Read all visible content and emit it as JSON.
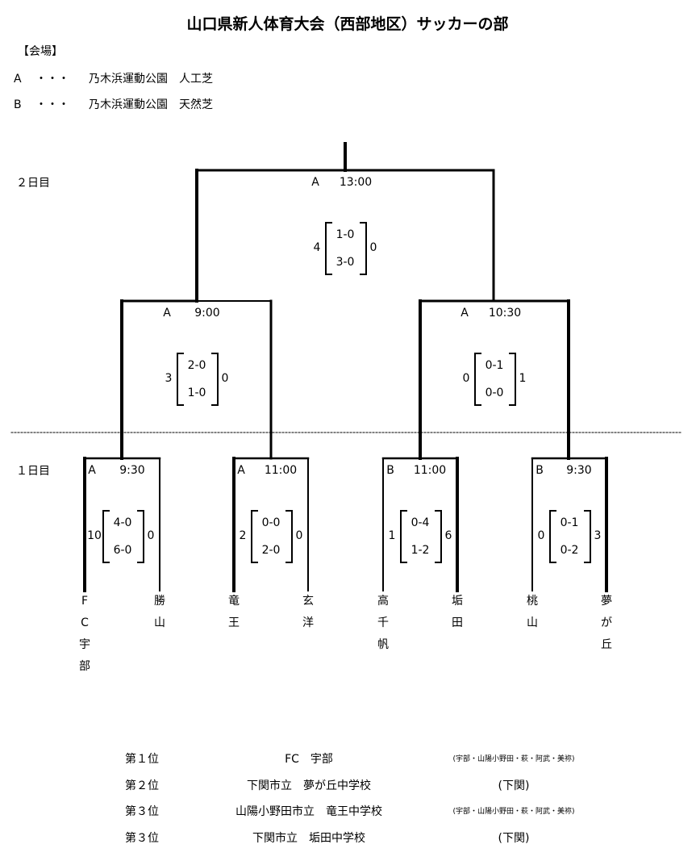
{
  "title": "山口県新人体育大会（西部地区）サッカーの部",
  "venue_header": "【会場】",
  "venues": [
    {
      "code": "A",
      "dots": "・・・",
      "name": "乃木浜運動公園　人工芝"
    },
    {
      "code": "B",
      "dots": "・・・",
      "name": "乃木浜運動公園　天然芝"
    }
  ],
  "day_labels": {
    "day2": "２日目",
    "day1": "１日目"
  },
  "matches": [
    {
      "id": "final",
      "venue": "A",
      "time": "13:00",
      "left_total": "4",
      "right_total": "0",
      "first_half": "1-0",
      "second_half": "3-0"
    },
    {
      "id": "semi1",
      "venue": "A",
      "time": "9:00",
      "left_total": "3",
      "right_total": "0",
      "first_half": "2-0",
      "second_half": "1-0"
    },
    {
      "id": "semi2",
      "venue": "A",
      "time": "10:30",
      "left_total": "0",
      "right_total": "1",
      "first_half": "0-1",
      "second_half": "0-0"
    },
    {
      "id": "r1-1",
      "venue": "A",
      "time": "9:30",
      "left_total": "10",
      "right_total": "0",
      "first_half": "4-0",
      "second_half": "6-0"
    },
    {
      "id": "r1-2",
      "venue": "A",
      "time": "11:00",
      "left_total": "2",
      "right_total": "0",
      "first_half": "0-0",
      "second_half": "2-0"
    },
    {
      "id": "r1-3",
      "venue": "B",
      "time": "11:00",
      "left_total": "1",
      "right_total": "6",
      "first_half": "0-4",
      "second_half": "1-2"
    },
    {
      "id": "r1-4",
      "venue": "B",
      "time": "9:30",
      "left_total": "0",
      "right_total": "3",
      "first_half": "0-1",
      "second_half": "0-2"
    }
  ],
  "teams": [
    [
      "F",
      "C",
      "宇",
      "部"
    ],
    [
      "勝",
      "山"
    ],
    [
      "竜",
      "王"
    ],
    [
      "玄",
      "洋"
    ],
    [
      "高",
      "千",
      "帆"
    ],
    [
      "垢",
      "田"
    ],
    [
      "桃",
      "山"
    ],
    [
      "夢",
      "が",
      "丘"
    ]
  ],
  "rankings": [
    {
      "place": "第１位",
      "team": "FC　宇部",
      "region": "(宇部・山陽小野田・萩・阿武・美祢)"
    },
    {
      "place": "第２位",
      "team": "下関市立　夢が丘中学校",
      "region": "(下関)"
    },
    {
      "place": "第３位",
      "team": "山陽小野田市立　竜王中学校",
      "region": "(宇部・山陽小野田・萩・阿武・美祢)"
    },
    {
      "place": "第３位",
      "team": "下関市立　垢田中学校",
      "region": "(下関)"
    }
  ]
}
